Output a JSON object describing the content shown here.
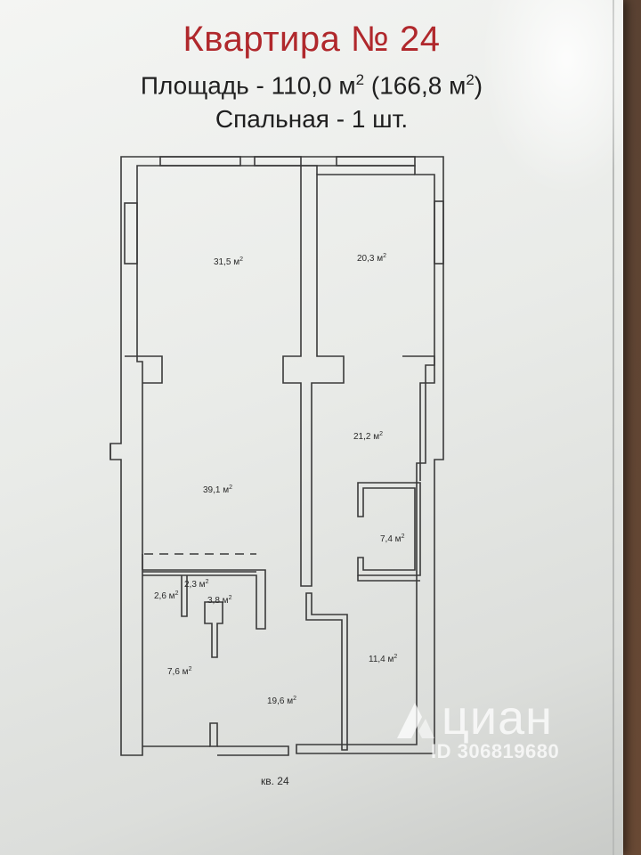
{
  "header": {
    "title": "Квартира № 24",
    "area_label": "Площадь - 110,0 м",
    "area_sup": "2",
    "area_total": " (166,8 м",
    "area_total_sup": "2",
    "area_close": ")",
    "bedrooms": "Спальная - 1 шт."
  },
  "plan": {
    "rooms": [
      {
        "label": "31,5 м",
        "sup": "2"
      },
      {
        "label": "20,3 м",
        "sup": "2"
      },
      {
        "label": "21,2 м",
        "sup": "2"
      },
      {
        "label": "39,1 м",
        "sup": "2"
      },
      {
        "label": "7,4 м",
        "sup": "2"
      },
      {
        "label": "2,3 м",
        "sup": "2"
      },
      {
        "label": "2,6 м",
        "sup": "2"
      },
      {
        "label": "3,8 м",
        "sup": "2"
      },
      {
        "label": "11,4 м",
        "sup": "2"
      },
      {
        "label": "7,6 м",
        "sup": "2"
      },
      {
        "label": "19,6 м",
        "sup": "2"
      }
    ],
    "caption": "кв. 24"
  },
  "watermark": {
    "brand": "циан",
    "id": "ID 306819680"
  },
  "colors": {
    "title": "#b0282c",
    "walls": "#3a3a3a"
  }
}
